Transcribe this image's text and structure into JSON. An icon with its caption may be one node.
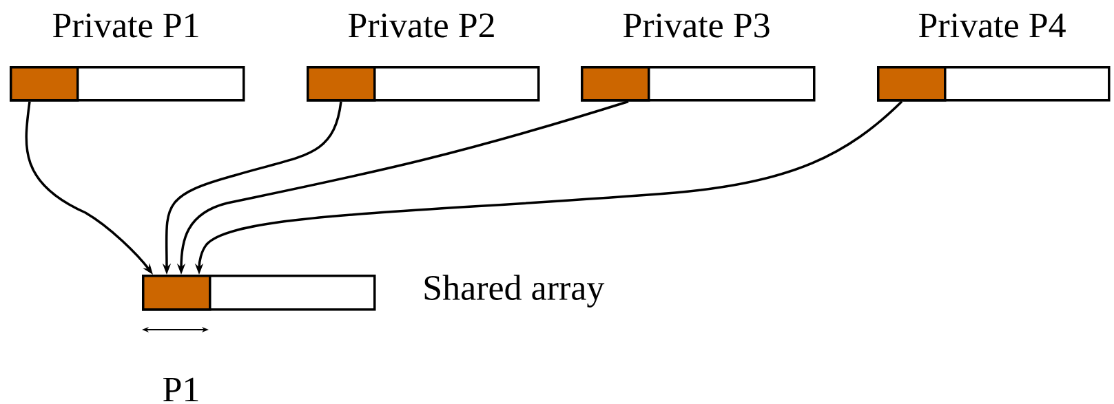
{
  "diagram": {
    "nodes": [
      {
        "text": [
          "Private P1"
        ]
      },
      {
        "text": [],
        "shape": "box",
        "in": 0
      },
      {
        "text": [
          "Private P2"
        ]
      },
      {
        "text": [],
        "shape": "box",
        "in": 2
      },
      {
        "text": [
          "Private P3"
        ]
      },
      {
        "text": [],
        "shape": "box",
        "in": 4
      },
      {
        "text": [
          "Private P4"
        ]
      },
      {
        "text": [],
        "shape": "box",
        "in": 6
      },
      {
        "text": [],
        "shape": "box",
        "beside": [
          "Shared array"
        ]
      },
      {
        "text": [],
        "shape": "box",
        "in": 8
      }
    ],
    "edges": [
      {
        "from": 1,
        "to": 9,
        "arrow": "to"
      },
      {
        "from": 3,
        "to": 9,
        "arrow": "to"
      },
      {
        "from": 5,
        "to": 9,
        "arrow": "to"
      },
      {
        "from": 7,
        "to": 9,
        "arrow": "to"
      }
    ],
    "labels": [
      "P1"
    ]
  }
}
